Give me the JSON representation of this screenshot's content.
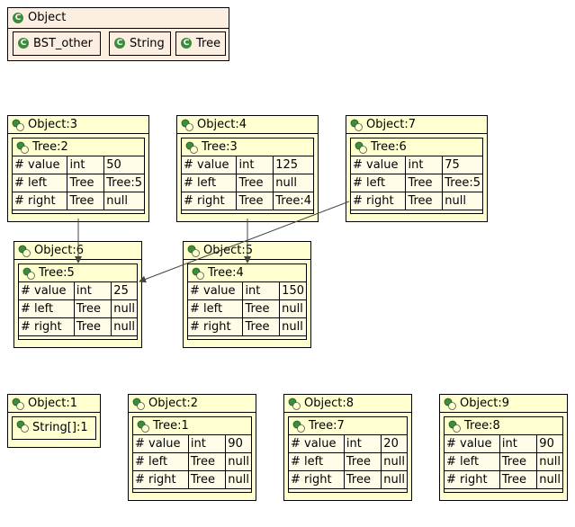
{
  "legend": {
    "title": "Object",
    "badge": "C",
    "classes": [
      "BST_other",
      "String",
      "Tree"
    ]
  },
  "objects": {
    "o3": {
      "title": "Object:3",
      "inner": "Tree:2",
      "rows": [
        [
          "# value",
          "int",
          "50"
        ],
        [
          "# left",
          "Tree",
          "Tree:5"
        ],
        [
          "# right",
          "Tree",
          "null"
        ]
      ]
    },
    "o4": {
      "title": "Object:4",
      "inner": "Tree:3",
      "rows": [
        [
          "# value",
          "int",
          "125"
        ],
        [
          "# left",
          "Tree",
          "null"
        ],
        [
          "# right",
          "Tree",
          "Tree:4"
        ]
      ]
    },
    "o7": {
      "title": "Object:7",
      "inner": "Tree:6",
      "rows": [
        [
          "# value",
          "int",
          "75"
        ],
        [
          "# left",
          "Tree",
          "Tree:5"
        ],
        [
          "# right",
          "Tree",
          "null"
        ]
      ]
    },
    "o6": {
      "title": "Object:6",
      "inner": "Tree:5",
      "rows": [
        [
          "# value",
          "int",
          "25"
        ],
        [
          "# left",
          "Tree",
          "null"
        ],
        [
          "# right",
          "Tree",
          "null"
        ]
      ]
    },
    "o5": {
      "title": "Object:5",
      "inner": "Tree:4",
      "rows": [
        [
          "# value",
          "int",
          "150"
        ],
        [
          "# left",
          "Tree",
          "null"
        ],
        [
          "# right",
          "Tree",
          "null"
        ]
      ]
    },
    "o1": {
      "title": "Object:1",
      "inner": "String[]:1"
    },
    "o2": {
      "title": "Object:2",
      "inner": "Tree:1",
      "rows": [
        [
          "# value",
          "int",
          "90"
        ],
        [
          "# left",
          "Tree",
          "null"
        ],
        [
          "# right",
          "Tree",
          "null"
        ]
      ]
    },
    "o8": {
      "title": "Object:8",
      "inner": "Tree:7",
      "rows": [
        [
          "# value",
          "int",
          "20"
        ],
        [
          "# left",
          "Tree",
          "null"
        ],
        [
          "# right",
          "Tree",
          "null"
        ]
      ]
    },
    "o9": {
      "title": "Object:9",
      "inner": "Tree:8",
      "rows": [
        [
          "# value",
          "int",
          "90"
        ],
        [
          "# left",
          "Tree",
          "null"
        ],
        [
          "# right",
          "Tree",
          "null"
        ]
      ]
    }
  },
  "colors": {
    "legend_bg": "#fdeee2",
    "object_bg": "#ffffcf",
    "class_badge": "#3b8d3b",
    "arrow": "#444444"
  },
  "icons": {
    "class_badge": "class-c-icon",
    "object_icon": "object-instance-icon"
  }
}
